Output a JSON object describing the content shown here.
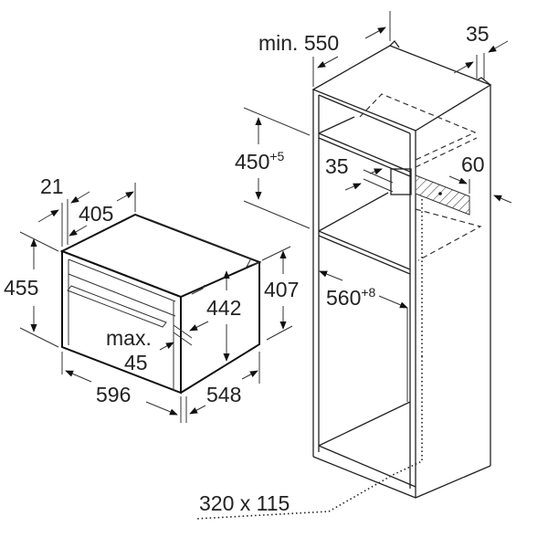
{
  "oven": {
    "dim_21": "21",
    "dim_405": "405",
    "dim_455": "455",
    "dim_442": "442",
    "dim_407": "407",
    "dim_max_label": "max.",
    "dim_45": "45",
    "dim_596": "596",
    "dim_548": "548"
  },
  "cabinet": {
    "dim_min_550": "min. 550",
    "dim_35_top": "35",
    "dim_450": "450",
    "dim_450_tol": "+5",
    "dim_35_mid": "35",
    "dim_60": "60",
    "dim_560": "560",
    "dim_560_tol": "+8",
    "vent_opening": "320 x 115"
  }
}
